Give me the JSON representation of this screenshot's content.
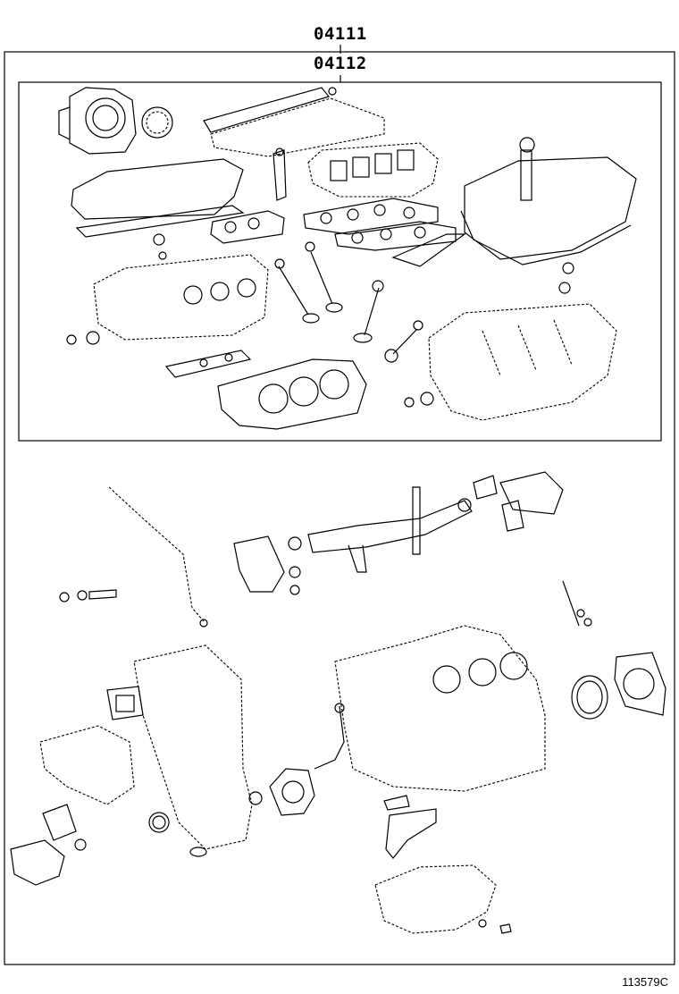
{
  "callouts": {
    "outer_kit": "04111",
    "inner_kit": "04112"
  },
  "figure_id": "113579C"
}
